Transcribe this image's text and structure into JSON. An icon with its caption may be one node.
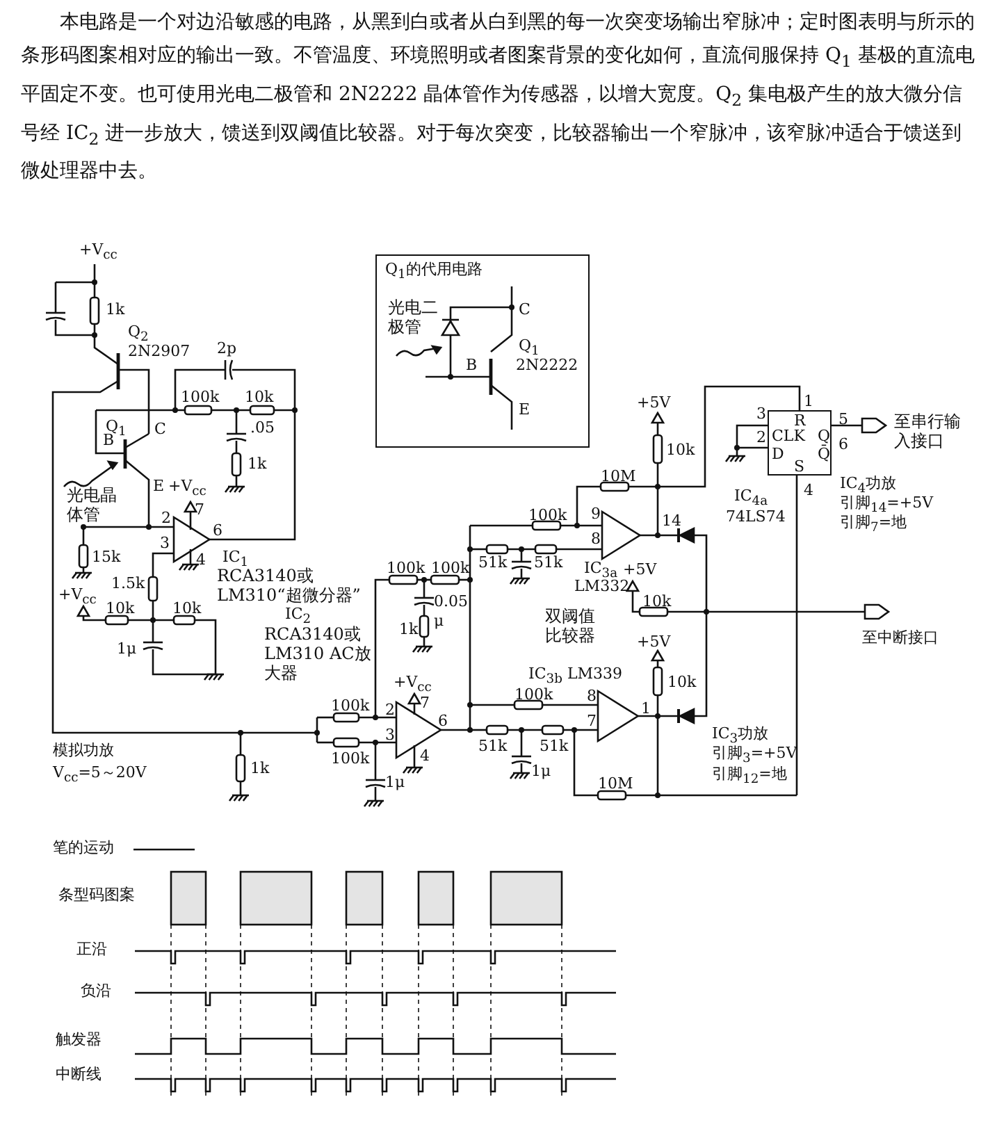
{
  "diagram": {
    "nodes": [
      {
        "text": [
          "Q$_{1}$的代用电路",
          "光电二极管",
          "C",
          "Q$_{1}$",
          "2N2222",
          "B",
          "E"
        ]
      },
      {
        "text": [
          "R",
          "CLK",
          "Q",
          "D",
          "Q̄",
          "S"
        ],
        "beside": [
          "1",
          "3",
          "5",
          "2",
          "6",
          "4"
        ]
      }
    ],
    "labels": [
      "本电路是一个对边沿敏感的电路，从黑到白或者从白到黑的每一次突变场输出窄脉冲；定时图表明与所示的条形码图案相对应的输出一致。不管温度、环境照明或者图案背景的变化如何，直流伺服保持 Q$_{1}$ 基极的直流电平固定不变。也可使用光电二极管和 2N2222 晶体管作为传感器，以增大宽度。Q$_{2}$ 集电极产生的放大微分信号经 IC$_{2}$ 进一步放大，馈送到双阈值比较器。对于每次突变，比较器输出一个窄脉冲，该窄脉冲适合于馈送到微处理器中去。",
      "+V$_{cc}$",
      "1k",
      "Q$_{2}$",
      "2N2907",
      "2p",
      "100k",
      "10k",
      ".05",
      "1k",
      "Q$_{1}$",
      "C",
      "B",
      "E",
      "+V$_{cc}$",
      "光电晶体管",
      "2",
      "7",
      "3",
      "6",
      "15k",
      "4",
      "IC$_{1}$",
      "RCA3140或 LM310“超微分器”",
      "+V$_{cc}$",
      "1.5k",
      "10k",
      "10k",
      "1μ",
      "IC$_{2}$",
      "RCA3140或 LM310 AC放大器",
      "100k",
      "100k",
      "0.05",
      "μ",
      "1k",
      "+V$_{cc}$",
      "100k",
      "2",
      "7",
      "6",
      "3",
      "100k",
      "4",
      "1k",
      "1μ",
      "模拟功放",
      "V$_{cc}$=5～20V",
      "+5V",
      "10k",
      "10M",
      "100k",
      "9",
      "14",
      "8",
      "51k",
      "51k",
      "IC$_{3a}$",
      "LM332",
      "+5V",
      "10k",
      "双阈值比较器",
      "+5V",
      "IC$_{3b}$ LM339",
      "10k",
      "100k",
      "8",
      "1",
      "7",
      "51k",
      "51k",
      "1μ",
      "IC$_{3}$功放",
      "引脚$_{3}$=+5V",
      "引脚$_{12}$=地",
      "10M",
      "至串行输入接口",
      "IC$_{4a}$",
      "74LS74",
      "IC$_{4}$功放",
      "引脚$_{14}$=+5V",
      "引脚$_{7}$=地",
      "至中断接口",
      "笔的运动",
      "条型码图案",
      "正沿",
      "负沿",
      "触发器",
      "中断线"
    ]
  }
}
